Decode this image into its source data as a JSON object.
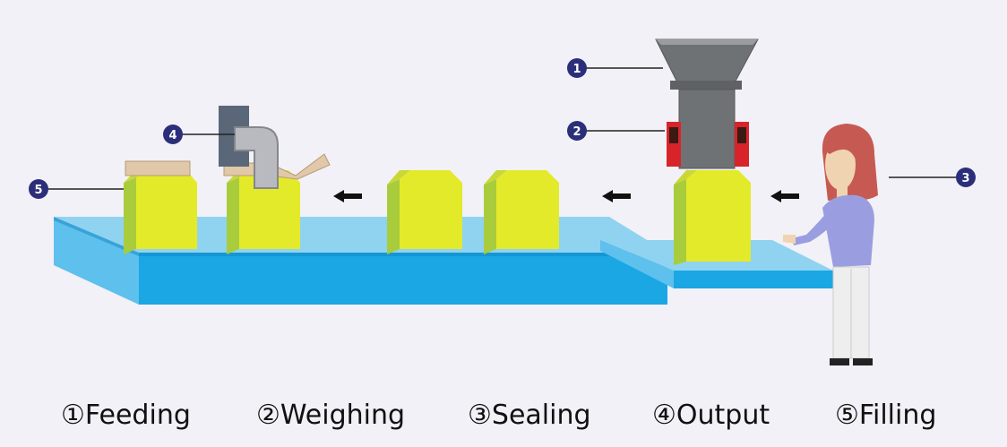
{
  "legend": [
    {
      "marker": "①",
      "label": "Feeding"
    },
    {
      "marker": "②",
      "label": "Weighing"
    },
    {
      "marker": "③",
      "label": "Sealing"
    },
    {
      "marker": "④",
      "label": "Output"
    },
    {
      "marker": "⑤",
      "label": "Filling"
    }
  ],
  "callouts": [
    {
      "number": "1",
      "target": "feed-hopper"
    },
    {
      "number": "2",
      "target": "weighing-unit"
    },
    {
      "number": "3",
      "target": "operator"
    },
    {
      "number": "4",
      "target": "sealing-arm"
    },
    {
      "number": "5",
      "target": "output-bag"
    }
  ],
  "colors": {
    "background": "#f2f1f7",
    "callout_badge": "#2b2f7a",
    "conveyor_top": "#8fd3f0",
    "conveyor_side": "#1aa7e4",
    "bag_front": "#e3ea2a",
    "bag_side": "#a9cc3c",
    "hopper": "#6f7275",
    "sensor_red": "#d8232a",
    "operator_hair": "#c65a52",
    "operator_top": "#9a9ee0"
  },
  "icons": [
    "flow-arrow-icon",
    "callout-badge-icon"
  ]
}
